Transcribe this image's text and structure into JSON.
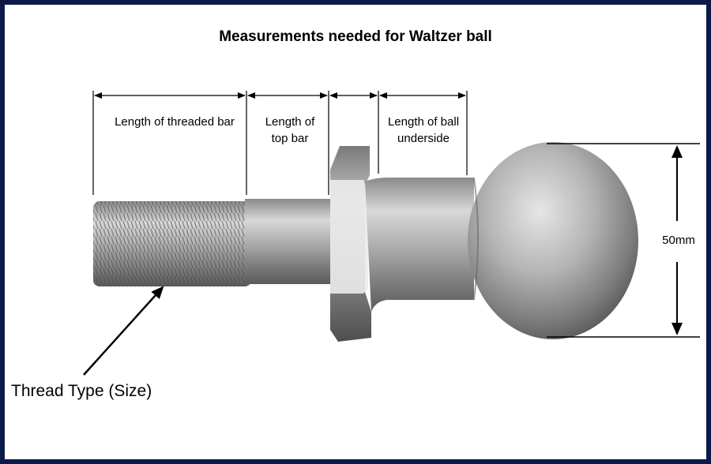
{
  "title": "Measurements needed for Waltzer ball",
  "labels": {
    "threaded_bar": "Length of threaded bar",
    "top_bar": "Length of top bar",
    "ball_underside": "Length of ball underside",
    "ball_diameter": "50mm",
    "thread_type": "Thread Type (Size)"
  },
  "colors": {
    "frame": "#0b1a4a",
    "background": "#ffffff",
    "steel_light": "#d9d9d9",
    "steel_dark": "#6e6e6e"
  }
}
